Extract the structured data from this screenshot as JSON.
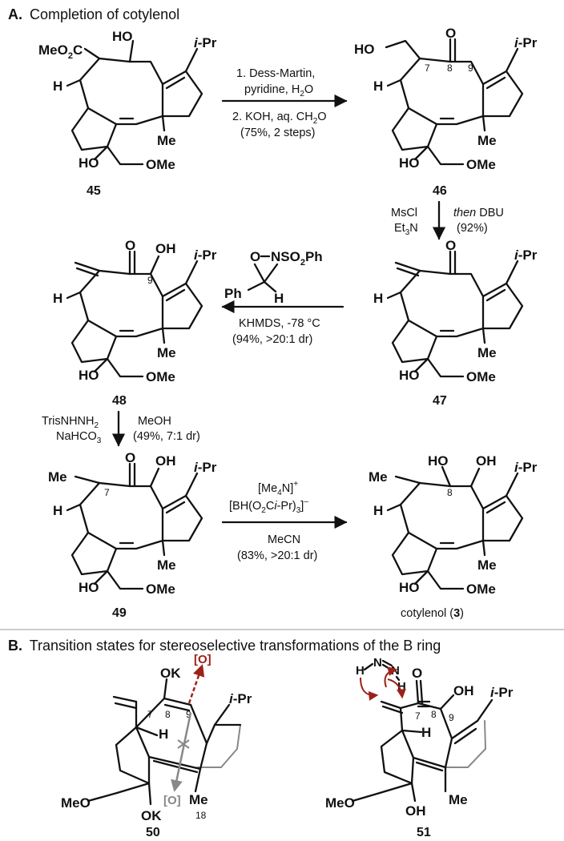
{
  "section_a": {
    "letter": "A.",
    "title": "Completion of cotylenol"
  },
  "section_b": {
    "letter": "B.",
    "title": "Transition states for stereoselective transformations of the B ring"
  },
  "compounds": {
    "c45": "45",
    "c46": "46",
    "c47": "47",
    "c48": "48",
    "c49": "49",
    "cotylenol_name": "cotylenol (",
    "cotylenol_num": "3",
    "cotylenol_close": ")",
    "c50": "50",
    "c51": "51"
  },
  "atoms": {
    "HO": "HO",
    "OH": "OH",
    "O": "O",
    "OK": "OK",
    "iPr_i": "i",
    "iPr_rest": "-Pr",
    "MeO2C": "MeO",
    "MeO2C_sub": "2",
    "MeO2C_tail": "C",
    "H": "H",
    "Me": "Me",
    "OMe": "OMe",
    "MeO": "MeO",
    "oxidant": "[O]",
    "N": "N"
  },
  "locants": {
    "n7": "7",
    "n8": "8",
    "n9": "9",
    "n18": "18"
  },
  "step1": {
    "line1": "1. Dess-Martin,",
    "line2": "pyridine, H",
    "line2_sub": "2",
    "line2_tail": "O",
    "line3": "2. KOH, aq. CH",
    "line3_sub": "2",
    "line3_tail": "O",
    "line4": "(75%, 2 steps)"
  },
  "step2": {
    "left1": "MsCl",
    "left2": "Et",
    "left2_sub": "3",
    "left2_tail": "N",
    "right1_italic": "then",
    "right1_tail": " DBU",
    "right2": "(92%)"
  },
  "step3": {
    "reagent_O": "O",
    "reagent_N": "NSO",
    "reagent_N_sub": "2",
    "reagent_N_tail": "Ph",
    "reagent_Ph": "Ph",
    "reagent_H": "H",
    "line1": "KHMDS, -78 °C",
    "line2": "(94%, >20:1 dr)"
  },
  "step4": {
    "left1": "TrisNHNH",
    "left1_sub": "2",
    "left2": "NaHCO",
    "left2_sub": "3",
    "right1": "MeOH",
    "right2": "(49%, 7:1 dr)"
  },
  "step5": {
    "line1": "[Me",
    "line1_sub": "4",
    "line1_tail": "N]",
    "line1_sup": "+",
    "line2": "[BH(O",
    "line2_sub": "2",
    "line2_mid": "C",
    "line2_ital": "i",
    "line2_tail": "-Pr)",
    "line2_sub2": "3",
    "line2_tail2": "]",
    "line2_sup": "–",
    "line3": "MeCN",
    "line4": "(83%, >20:1 dr)"
  },
  "colors": {
    "ink": "#111111",
    "accent_red": "#9c2218",
    "muted_grey": "#888888",
    "divider": "#bbbbbb"
  }
}
